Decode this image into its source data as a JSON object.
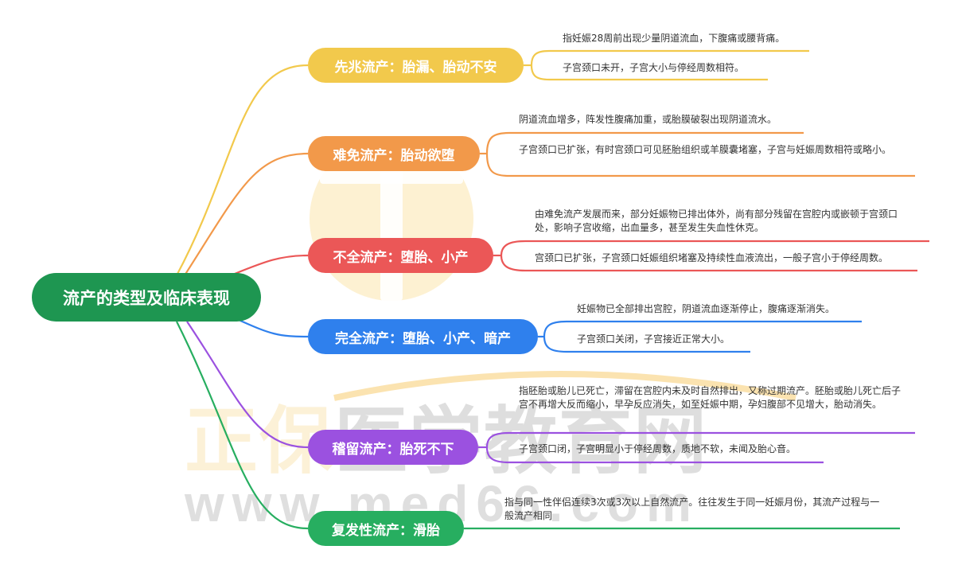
{
  "root": {
    "label": "流产的类型及临床表现"
  },
  "watermark": {
    "logo_text": "正保医学教育网",
    "url": "www.med66.com"
  },
  "branches": [
    {
      "label": "先兆流产：胎漏、胎动不安",
      "color": "#f2c94c",
      "details": [
        "指妊娠28周前出现少量阴道流血，下腹痛或腰背痛。",
        "子宫颈口未开，子宫大小与停经周数相符。"
      ]
    },
    {
      "label": "难免流产：胎动欲堕",
      "color": "#f2994a",
      "details": [
        "阴道流血增多，阵发性腹痛加重，或胎膜破裂出现阴道流水。",
        "子宫颈口已扩张，有时宫颈口可见胚胎组织或羊膜囊堵塞，子宫与妊娠周数相符或略小。"
      ]
    },
    {
      "label": "不全流产：堕胎、小产",
      "color": "#eb5757",
      "details": [
        "由难免流产发展而来，部分妊娠物已排出体外，尚有部分残留在宫腔内或嵌顿于宫颈口处，影响子宫收缩，出血量多，甚至发生失血性休克。",
        "宫颈口已扩张，子宫颈口妊娠组织堵塞及持续性血液流出，一般子宫小于停经周数。"
      ]
    },
    {
      "label": "完全流产：堕胎、小产、暗产",
      "color": "#2f80ed",
      "details": [
        "妊娠物已全部排出宫腔，阴道流血逐渐停止，腹痛逐渐消失。",
        "子宫颈口关闭，子宫接近正常大小。"
      ]
    },
    {
      "label": "稽留流产：胎死不下",
      "color": "#9b51e0",
      "details": [
        "指胚胎或胎儿已死亡，滞留在宫腔内未及时自然排出，又称过期流产。胚胎或胎儿死亡后子宫不再增大反而缩小，早孕反应消失，如至妊娠中期，孕妇腹部不见增大，胎动消失。",
        "子宫颈口闭，子宫明显小于停经周数，质地不软，未闻及胎心音。"
      ]
    },
    {
      "label": "复发性流产：滑胎",
      "color": "#27ae60",
      "details": [
        "指与同一性伴侣连续3次或3次以上自然流产。往往发生于同一妊娠月份，其流产过程与一般流产相同"
      ]
    }
  ]
}
